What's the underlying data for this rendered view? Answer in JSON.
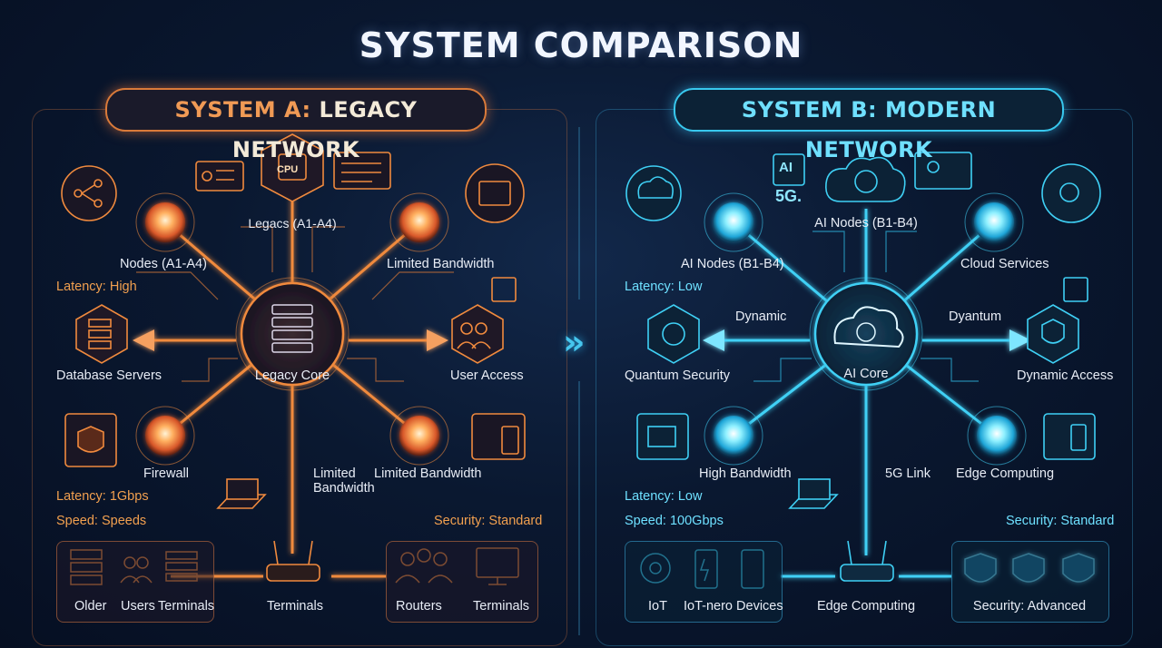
{
  "title": "SYSTEM COMPARISON",
  "system_a": {
    "header_prefix": "SYSTEM A:",
    "header_rest": "LEGACY NETWORK",
    "labels": {
      "legacs": "Legacs (A1-A4)",
      "nodes": "Nodes (A1-A4)",
      "limited_bw_top": "Limited Bandwidth",
      "latency": "Latency: High",
      "database": "Database Servers",
      "core": "Legacy Core",
      "user_access": "User Access",
      "firewall": "Firewall",
      "limited_bw_mid_1": "Limited",
      "limited_bw_mid_2": "Bandwidth",
      "limited_bw_right": "Limited Bandwidth",
      "latency2": "Latency: 1Gbps",
      "speed": "Speed: Speeds",
      "security": "Security: Standard"
    },
    "chip_text": "CPU",
    "bottom_left": [
      "Older",
      "Users",
      "Terminals"
    ],
    "bottom_center": "Terminals",
    "bottom_right": [
      "Routers",
      "Terminals"
    ]
  },
  "system_b": {
    "header": "SYSTEM B: MODERN NETWORK",
    "labels": {
      "ai_badge": "AI",
      "fiveg_badge": "5G.",
      "ai_nodes_top": "AI Nodes (B1-B4)",
      "ai_nodes_left": "AI Nodes (B1-B4)",
      "cloud": "Cloud Services",
      "latency": "Latency: Low",
      "dynamic": "Dynamic",
      "dyantum": "Dyantum",
      "quantum": "Quantum Security",
      "core": "AI Core",
      "dynamic_access": "Dynamic Access",
      "high_bw": "High Bandwidth",
      "fiveg_link": "5G Link",
      "edge": "Edge Computing",
      "latency2": "Latency: Low",
      "speed": "Speed: 100Gbps",
      "security": "Security: Standard"
    },
    "bottom_left": [
      "IoT",
      "IoT-nero Devices"
    ],
    "bottom_center": "Edge Computing",
    "bottom_right": "Security: Advanced"
  },
  "colors": {
    "orange": "#f08a3e",
    "cyan": "#3fd0f5",
    "bg": "#0a1830"
  }
}
